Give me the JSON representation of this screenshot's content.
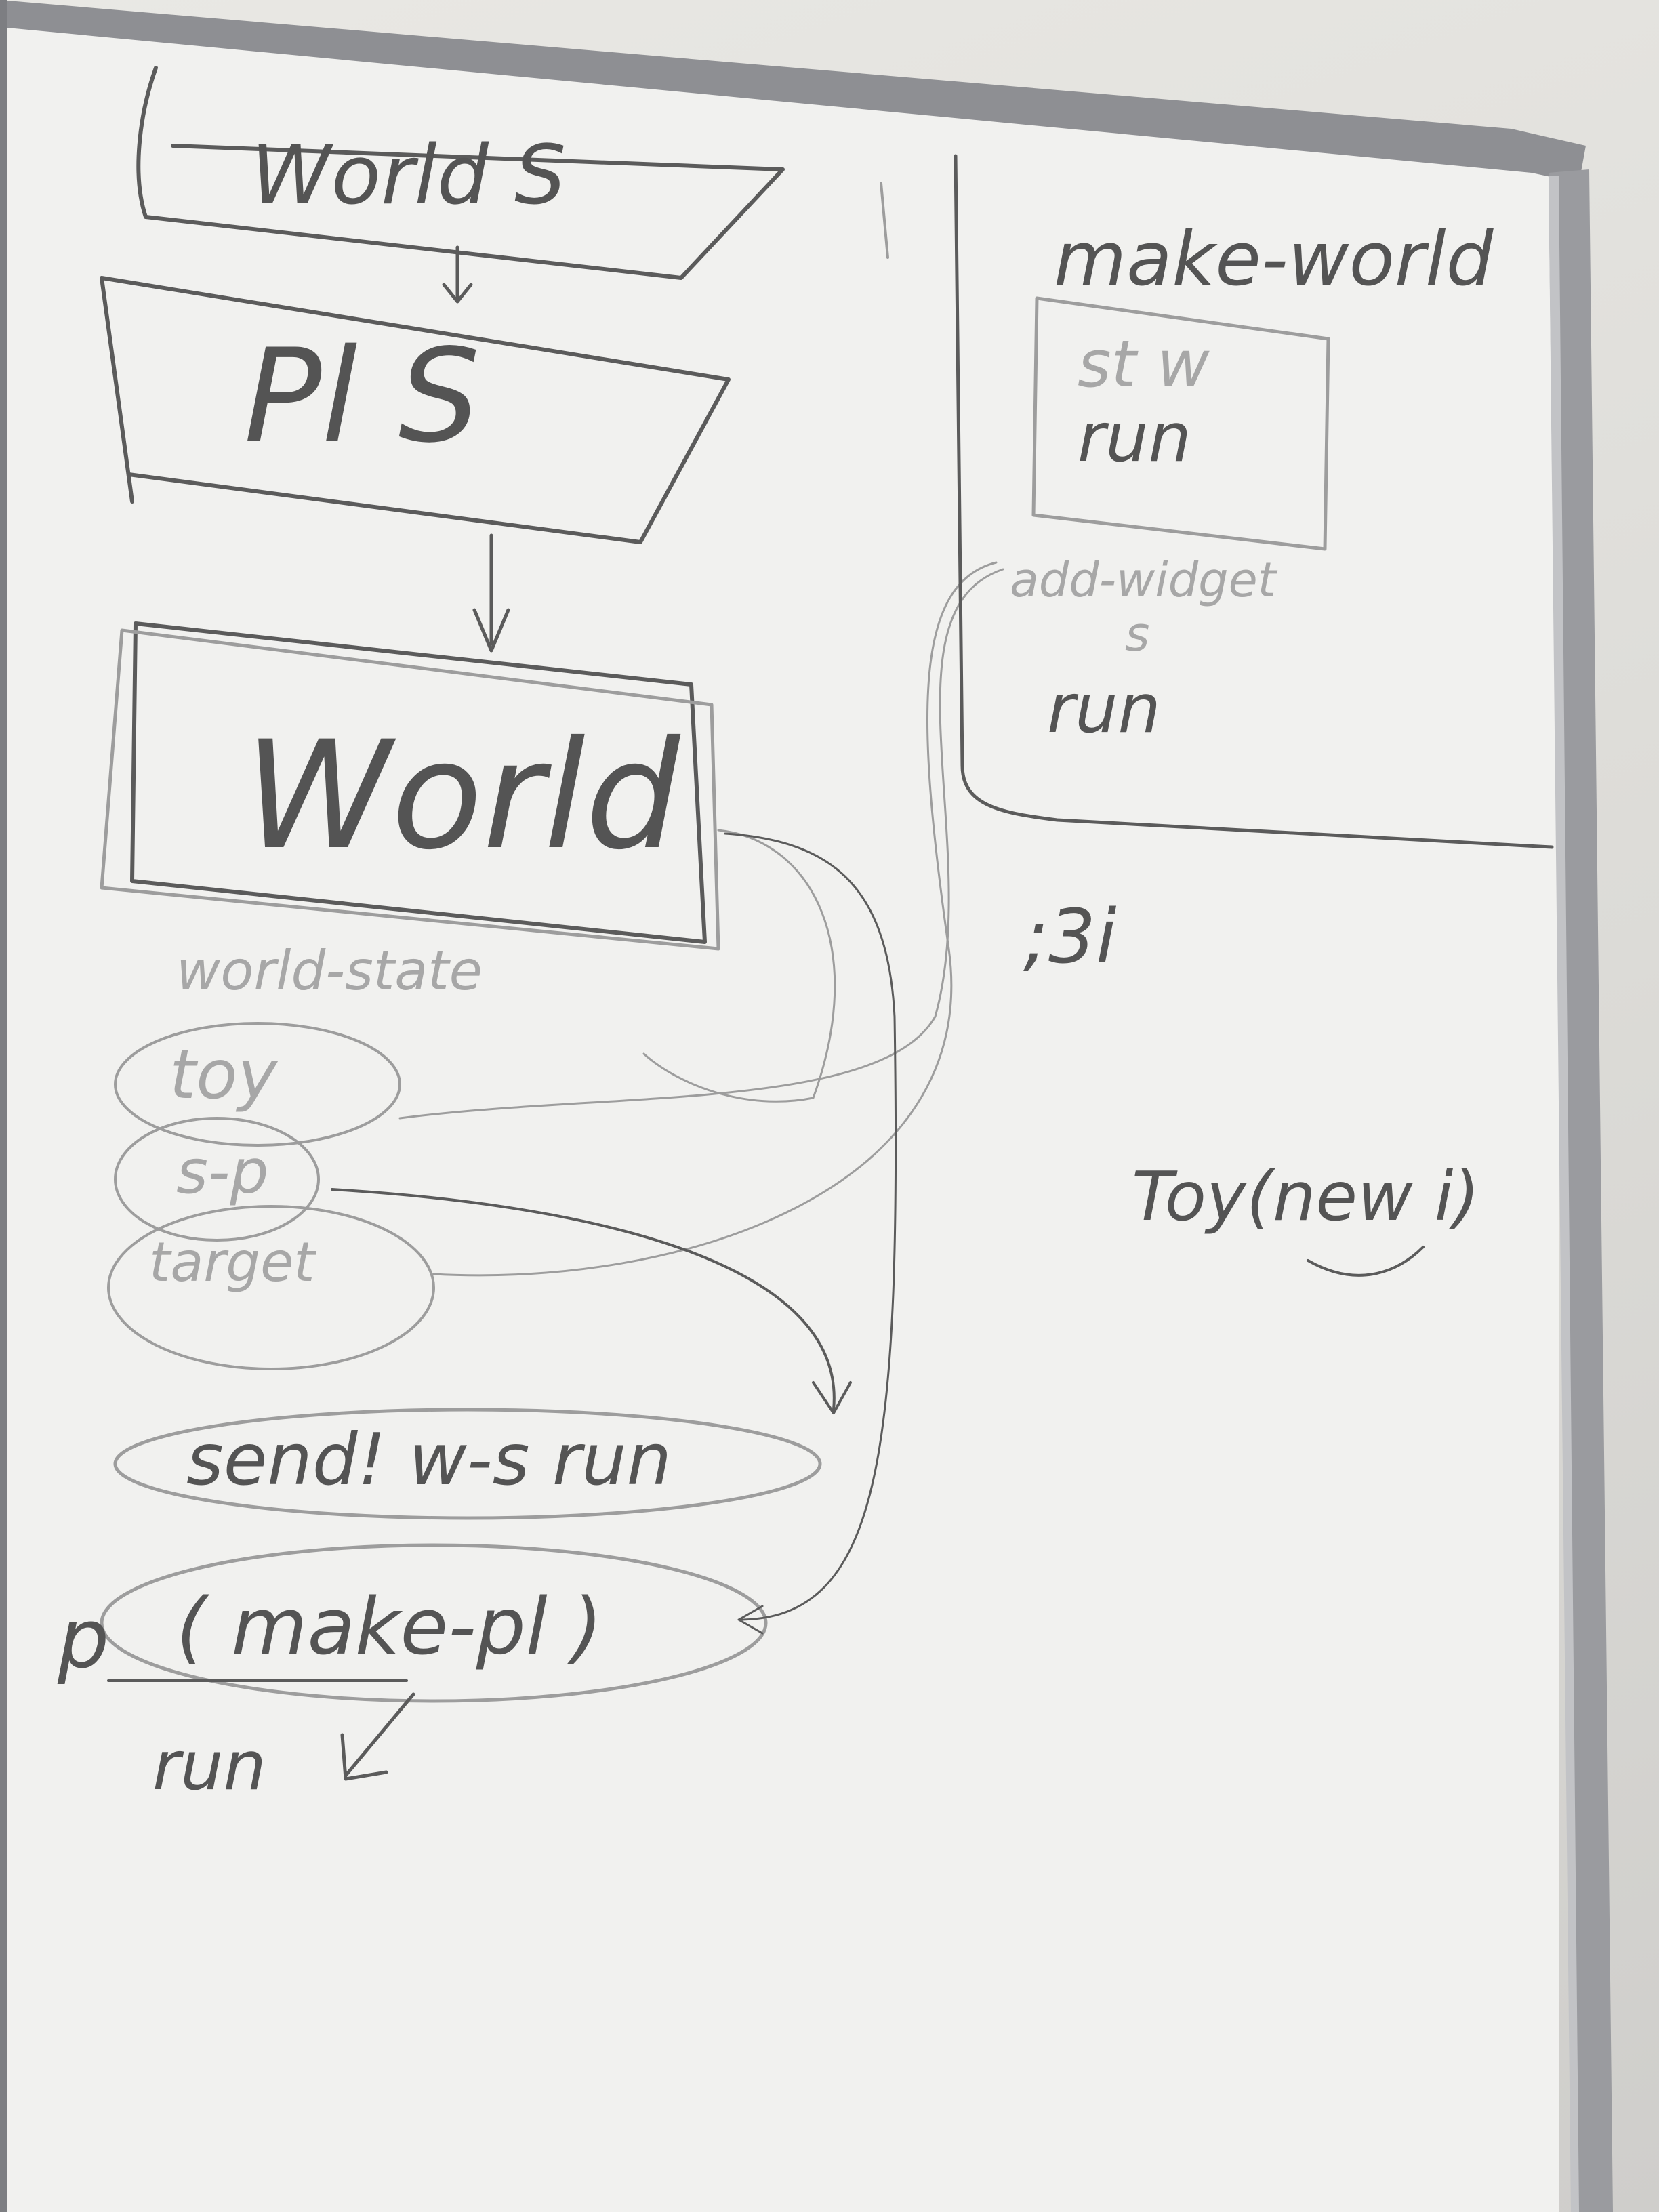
{
  "scene": {
    "description_kind": "whiteboard-photo",
    "colors": {
      "board": "#f2f2f0",
      "frame": "#8c8d90",
      "ink": "#545454",
      "faint_ink": "#a7a7a7",
      "wall": "#dcdbd7"
    }
  },
  "left_flow": {
    "world_s": "World S",
    "pl_s": "Pl S",
    "world": "World",
    "world_state": "world-state",
    "toy": "toy",
    "sp": "s-p",
    "target": "target",
    "send": "send! w-s run",
    "make_pl": "( make-pl )",
    "p_mark": "p",
    "run": "run"
  },
  "right_panel": {
    "make_world": "make-world",
    "st_w": "st  w",
    "run_inner": "run",
    "add_widget": "add-widget",
    "s": "s",
    "run2": "run",
    "note1": ";3i",
    "toy_new": "Toy(new i)"
  }
}
